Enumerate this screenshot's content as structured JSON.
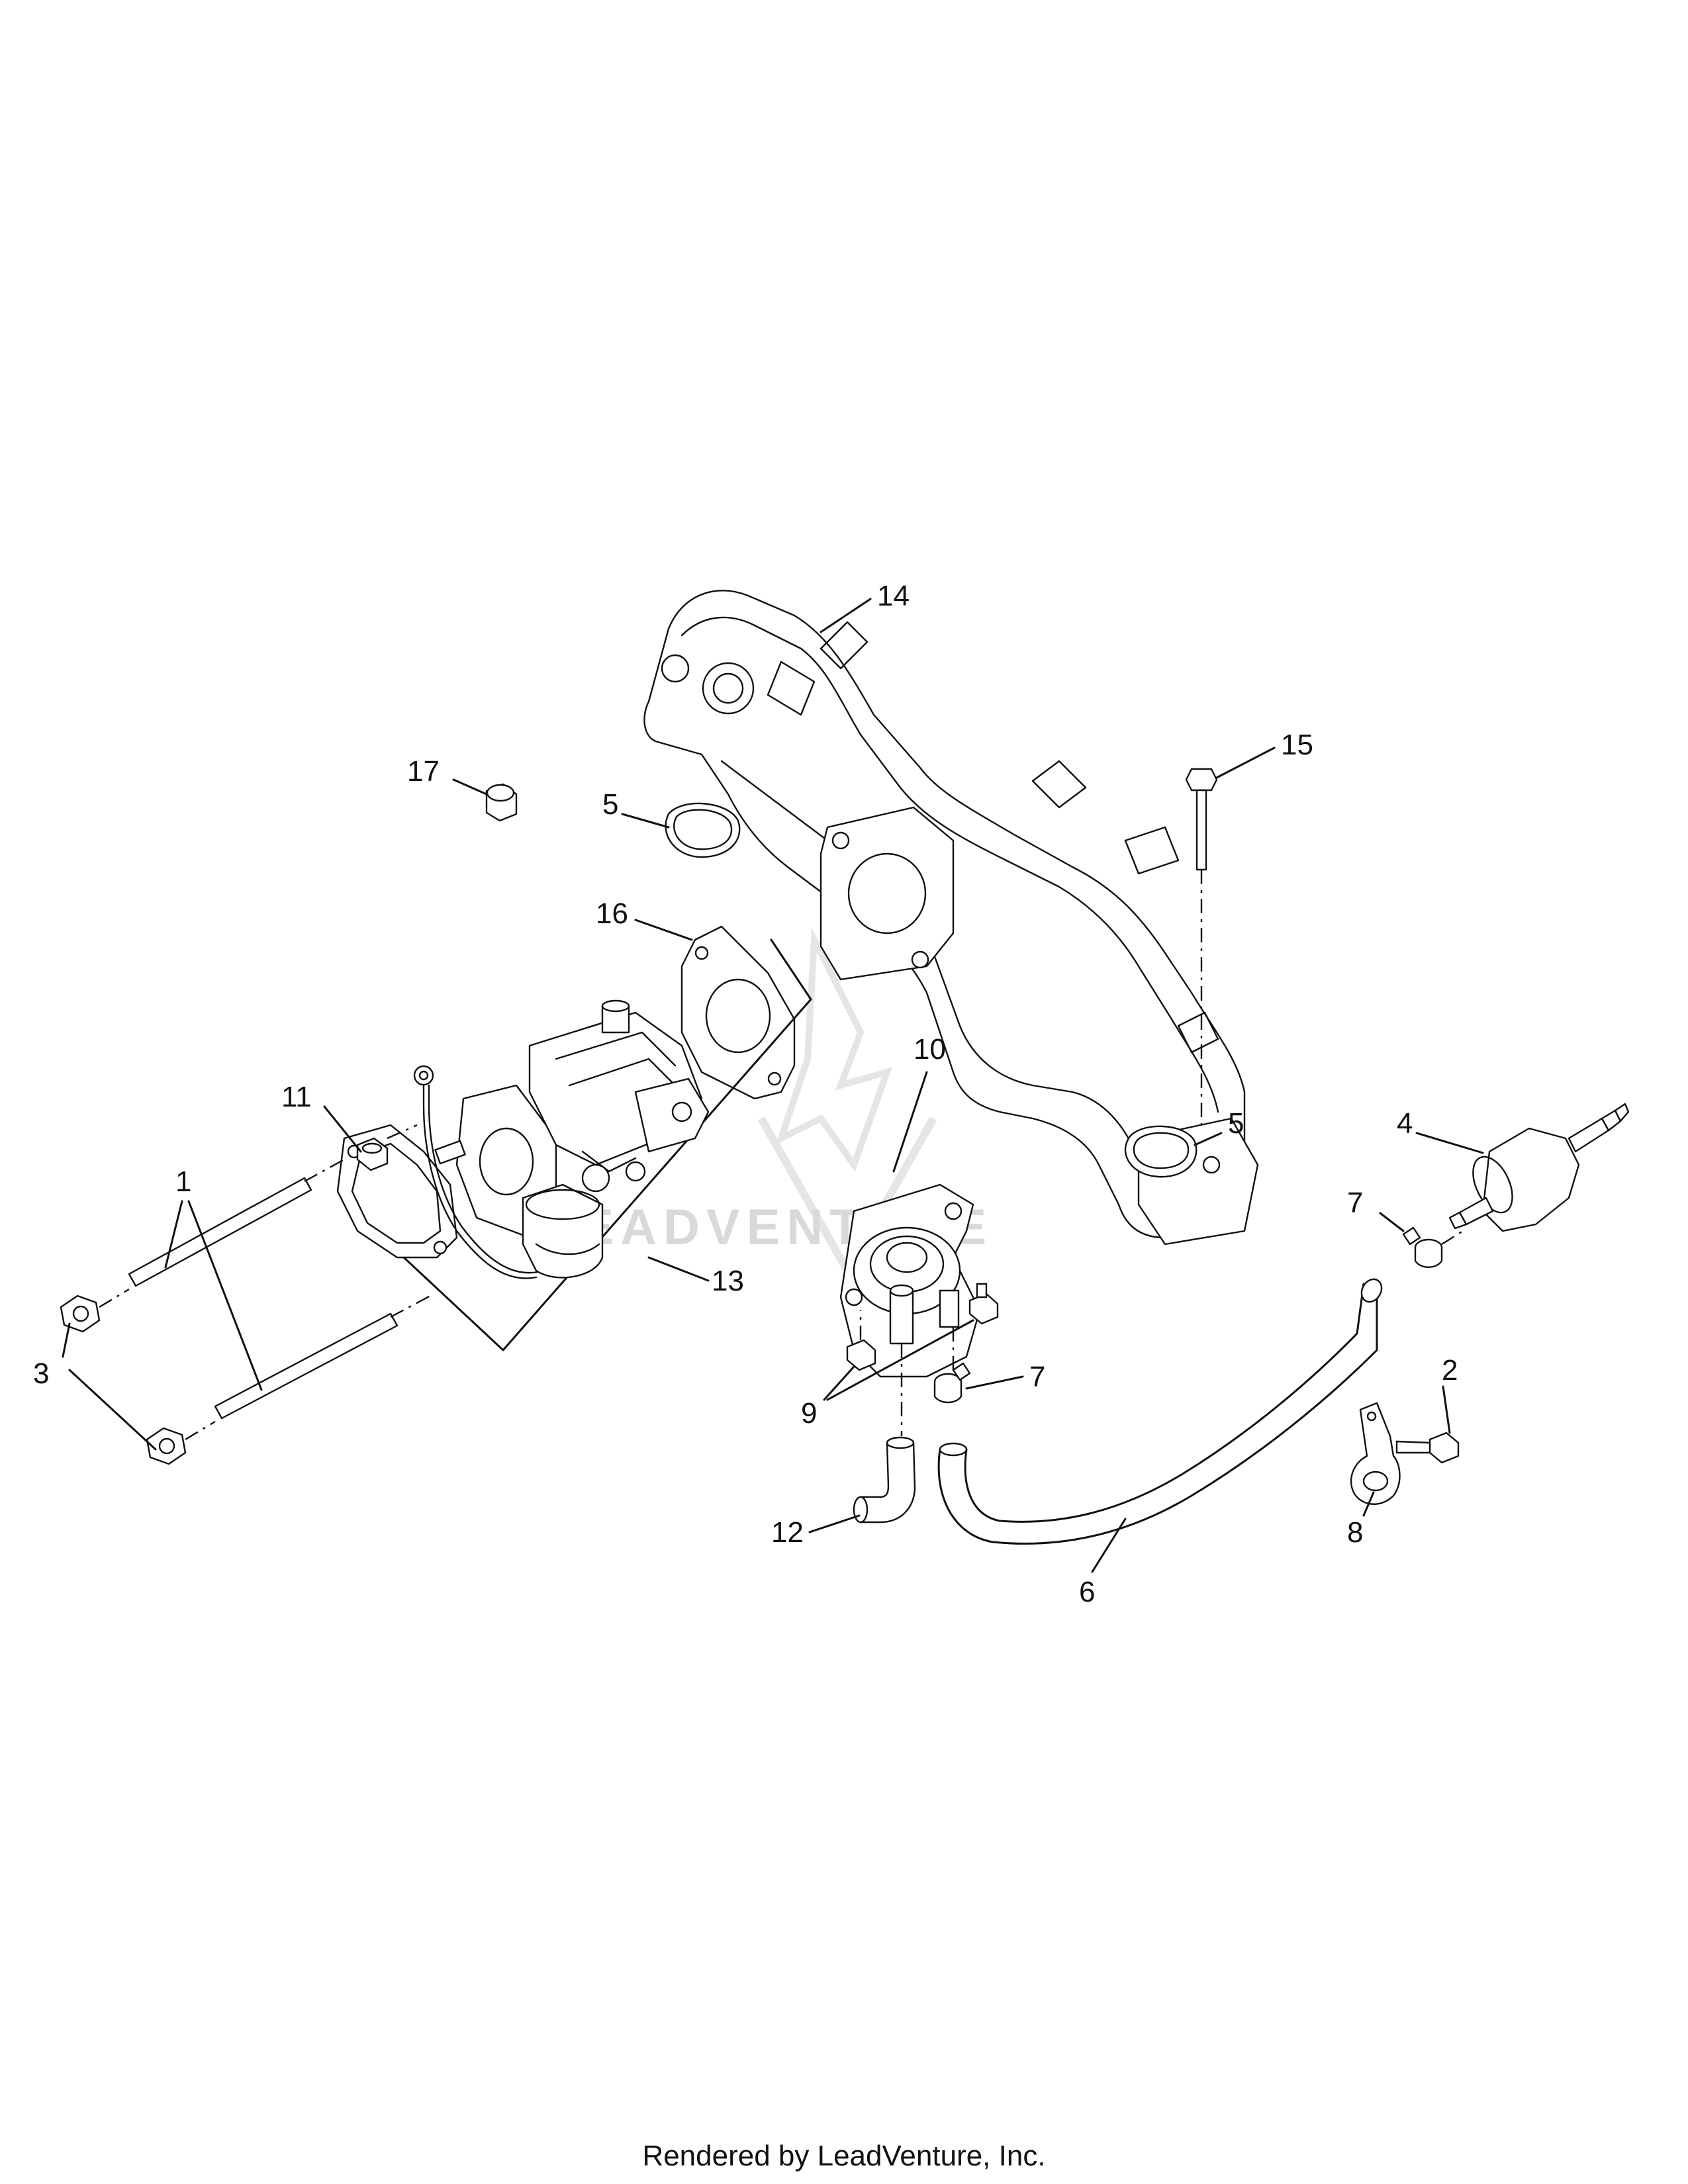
{
  "callouts": [
    {
      "id": "c1",
      "text": "1"
    },
    {
      "id": "c2",
      "text": "2"
    },
    {
      "id": "c3",
      "text": "3"
    },
    {
      "id": "c4",
      "text": "4"
    },
    {
      "id": "c5a",
      "text": "5"
    },
    {
      "id": "c5b",
      "text": "5"
    },
    {
      "id": "c6",
      "text": "6"
    },
    {
      "id": "c7a",
      "text": "7"
    },
    {
      "id": "c7b",
      "text": "7"
    },
    {
      "id": "c8",
      "text": "8"
    },
    {
      "id": "c9",
      "text": "9"
    },
    {
      "id": "c10",
      "text": "10"
    },
    {
      "id": "c11",
      "text": "11"
    },
    {
      "id": "c12",
      "text": "12"
    },
    {
      "id": "c13",
      "text": "13"
    },
    {
      "id": "c14",
      "text": "14"
    },
    {
      "id": "c15",
      "text": "15"
    },
    {
      "id": "c16",
      "text": "16"
    },
    {
      "id": "c17",
      "text": "17"
    }
  ],
  "watermark": "LEADVENTURE",
  "footer": "Rendered by LeadVenture, Inc."
}
